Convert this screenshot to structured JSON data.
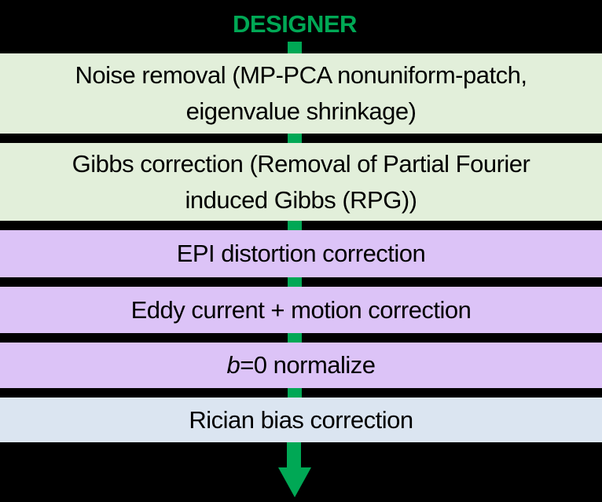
{
  "title": "DESIGNER",
  "colors": {
    "background": "#000000",
    "accent_green": "#00A855",
    "stage_green": "#E2EFDA",
    "stage_purple": "#DCC3F7",
    "stage_blue": "#DBE5F1",
    "text": "#000000"
  },
  "icons": {
    "flow_arrow": "arrow-down-icon",
    "connector": "dashed-line-segment"
  },
  "steps": [
    {
      "label": "Noise removal (MP-PCA nonuniform-patch,\neigenvalue shrinkage)",
      "category": "green"
    },
    {
      "label": "Gibbs correction (Removal of Partial Fourier\ninduced Gibbs (RPG))",
      "category": "green"
    },
    {
      "label": "EPI distortion correction",
      "category": "purple"
    },
    {
      "label": "Eddy current + motion correction",
      "category": "purple"
    },
    {
      "italic_prefix": "b",
      "label_rest": "=0 normalize",
      "category": "purple"
    },
    {
      "label": "Rician bias correction",
      "category": "blue"
    }
  ]
}
